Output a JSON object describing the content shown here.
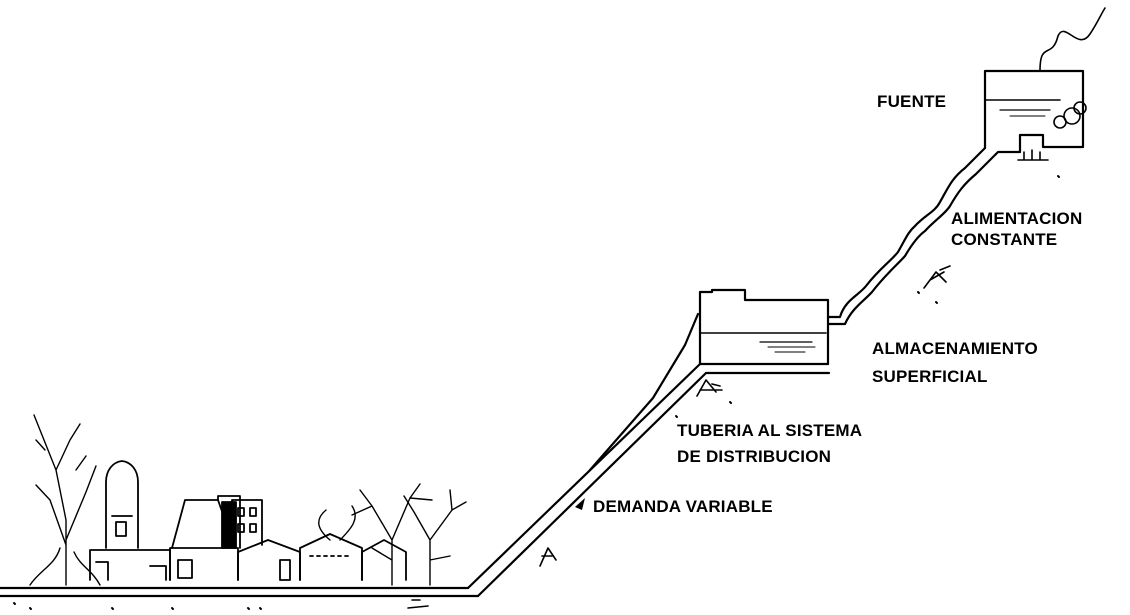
{
  "labels": {
    "fuente": "FUENTE",
    "alimentacion_line1": "ALIMENTACION",
    "alimentacion_line2": "CONSTANTE",
    "almacenamiento_line1": "ALMACENAMIENTO",
    "almacenamiento_line2": "SUPERFICIAL",
    "tuberia_line1": "TUBERIA AL SISTEMA",
    "tuberia_line2": "DE DISTRIBUCION",
    "demanda": "DEMANDA VARIABLE"
  },
  "colors": {
    "ink": "#000000",
    "paper": "#ffffff"
  }
}
